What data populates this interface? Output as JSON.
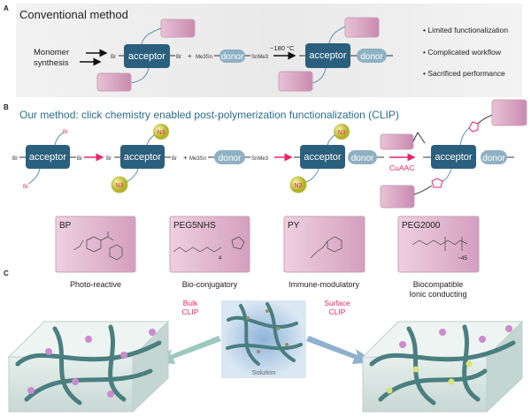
{
  "panel_a": {
    "letter": "A",
    "title": "Conventional method",
    "monomer_line1": "Monomer",
    "monomer_line2": "synthesis",
    "br": "Br",
    "plus": "+",
    "me3sn": "Me3Sn",
    "snme3": "SnMe3",
    "acceptor": "acceptor",
    "donor": "donor",
    "temperature": "~180 °C",
    "bullets": [
      "• Limited functionalization",
      "• Complicated workflow",
      "• Sacrificed performance"
    ]
  },
  "panel_b": {
    "letter": "B",
    "title": "Our method: click chemistry enabled post-polymerization functionalization (CLIP)",
    "azide": "N3",
    "cuaac": "CuAAC",
    "cards": [
      {
        "name": "BP",
        "caption": "Photo-reactive",
        "caption2": ""
      },
      {
        "name": "PEG5NHS",
        "caption": "Bio-conjugatory",
        "caption2": ""
      },
      {
        "name": "PY",
        "caption": "Immune-modulatory",
        "caption2": ""
      },
      {
        "name": "PEG2000",
        "caption": "Biocompatible",
        "caption2": "Ionic conducting"
      }
    ],
    "peg_repeat": "~45",
    "peg5_repeat": "4"
  },
  "panel_c": {
    "letter": "C",
    "bulk_line1": "Bulk",
    "bulk_line2": "CLIP",
    "surface_line1": "Surface",
    "surface_line2": "CLIP",
    "solution": "Solution"
  },
  "colors": {
    "acceptor": "#2b5f7e",
    "donor": "#8fb0c4",
    "pink_accent": "#e8256b",
    "title_blue": "#2a6d8f",
    "azide_ball": "#c9c83a",
    "card_pink": "#dcaecb"
  }
}
